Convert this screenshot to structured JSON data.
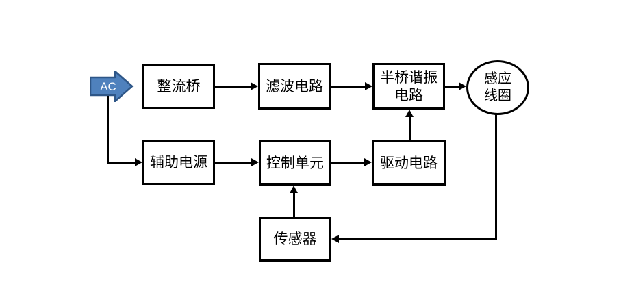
{
  "diagram": {
    "title_semantic": "induction-heating-system-block-diagram",
    "background_color": "#ffffff",
    "line_color": "#000000",
    "ac_arrow": {
      "label": "AC",
      "fill": "#4f81bd",
      "border": "#2e5687",
      "text_color": "#ffffff"
    },
    "blocks": {
      "rectifier": {
        "label": "整流桥"
      },
      "filter": {
        "label": "滤波电路"
      },
      "half_bridge": {
        "line1": "半桥谐振",
        "line2": "电路"
      },
      "coil": {
        "line1": "感应",
        "line2": "线圈"
      },
      "aux_power": {
        "label": "辅助电源"
      },
      "control": {
        "label": "控制单元"
      },
      "driver": {
        "label": "驱动电路"
      },
      "sensor": {
        "label": "传感器"
      }
    }
  }
}
